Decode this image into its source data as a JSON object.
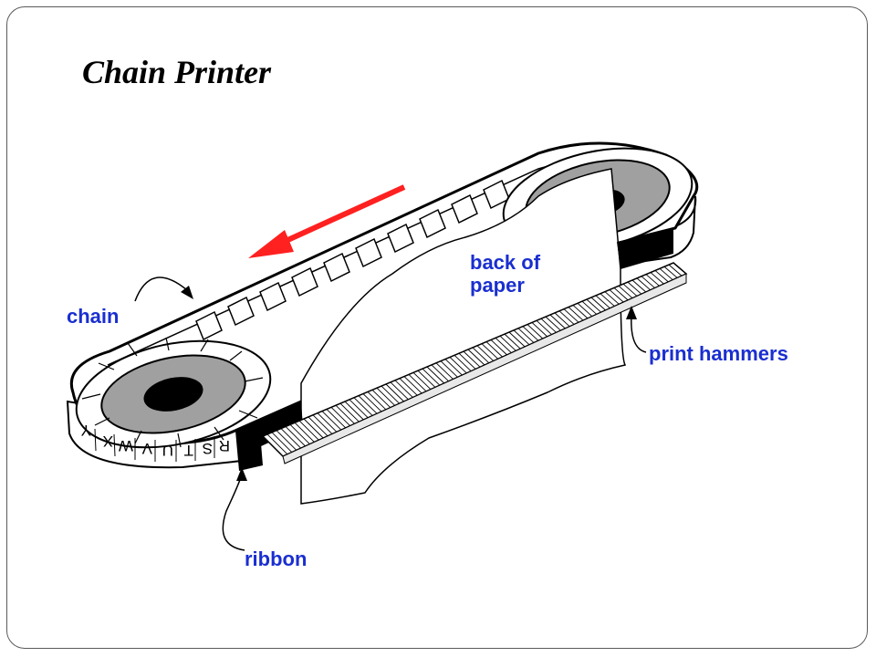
{
  "slide": {
    "title": "Chain Printer"
  },
  "diagram": {
    "labels": {
      "chain": "chain",
      "back_of_paper_line1": "back of",
      "back_of_paper_line2": "paper",
      "print_hammers": "print hammers",
      "ribbon": "ribbon"
    },
    "chain_glyphs": [
      "Y",
      "X",
      "W",
      "V",
      "U",
      "T",
      "S",
      "R"
    ],
    "colors": {
      "label_text": "#1a2fd0",
      "arrow": "#ff2020",
      "hub_disc": "#a0a0a0",
      "axle": "#000000",
      "ribbon": "#000000"
    }
  }
}
